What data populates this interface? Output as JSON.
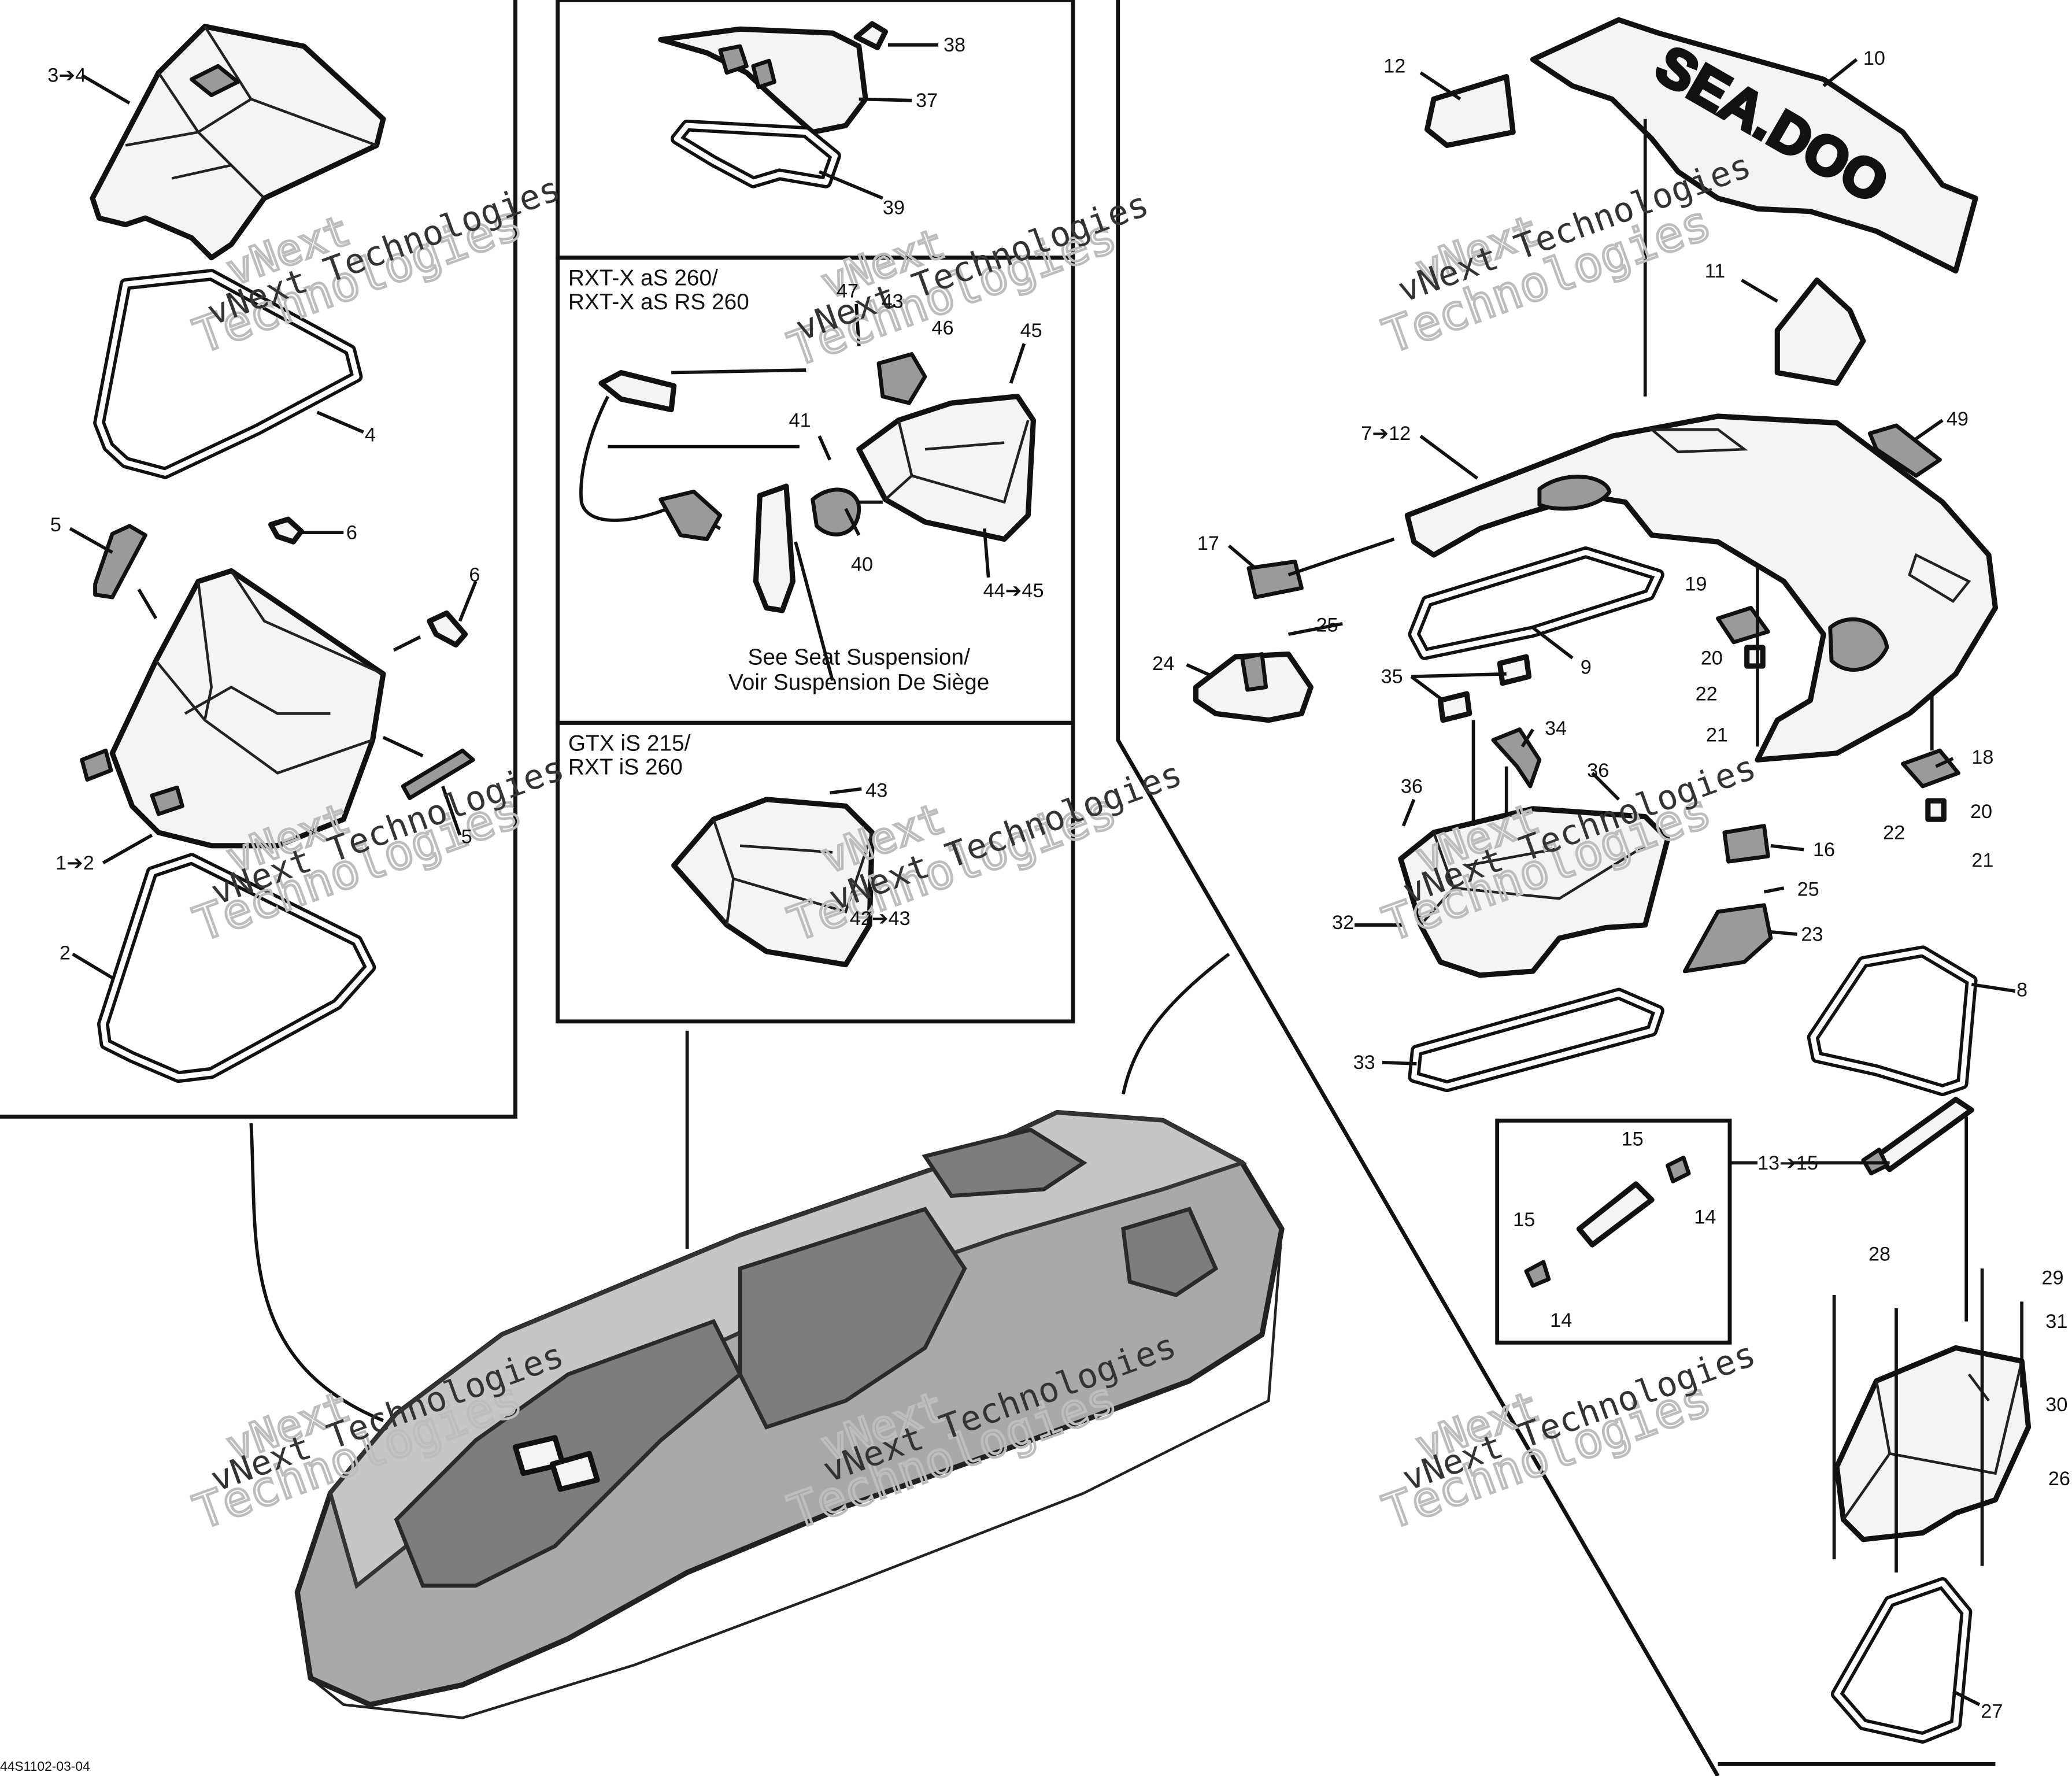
{
  "diagram": {
    "watermark_brand": "vNext",
    "watermark_name": "Technologies",
    "watermark_small": "vNext Technologies",
    "drawing_code": "44S1102-03-04",
    "variants": {
      "rxt_line1": "RXT-X aS 260/",
      "rxt_line2": "RXT-X aS RS 260",
      "gtx_line1": "GTX iS 215/",
      "gtx_line2": "RXT iS 260"
    },
    "note": {
      "line1": "See Seat Suspension/",
      "line2": "Voir Suspension De Siège"
    },
    "decal_text": "SEA.DOO",
    "callouts": {
      "c_3_4": "3➔4",
      "c_4": "4",
      "c_5a": "5",
      "c_6a": "6",
      "c_6b": "6",
      "c_1_2": "1➔2",
      "c_5b": "5",
      "c_2": "2",
      "c_38": "38",
      "c_37": "37",
      "c_39": "39",
      "c_47": "47",
      "c_43a": "43",
      "c_46": "46",
      "c_45": "45",
      "c_41": "41",
      "c_40": "40",
      "c_44_45": "44➔45",
      "c_43b": "43",
      "c_42_43": "42➔43",
      "c_12a": "12",
      "c_10": "10",
      "c_11": "11",
      "c_7_12": "7➔12",
      "c_49": "49",
      "c_17": "17",
      "c_25a": "25",
      "c_24": "24",
      "c_9": "9",
      "c_19": "19",
      "c_20a": "20",
      "c_22a": "22",
      "c_21a": "21",
      "c_35": "35",
      "c_34": "34",
      "c_36a": "36",
      "c_36b": "36",
      "c_18": "18",
      "c_20b": "20",
      "c_22b": "22",
      "c_21b": "21",
      "c_16": "16",
      "c_25b": "25",
      "c_32": "32",
      "c_23": "23",
      "c_8": "8",
      "c_33": "33",
      "c_15a": "15",
      "c_13_15": "13➔15",
      "c_15b": "15",
      "c_14a": "14",
      "c_14b": "14",
      "c_28": "28",
      "c_29": "29",
      "c_31": "31",
      "c_30": "30",
      "c_26": "26",
      "c_27": "27"
    }
  }
}
